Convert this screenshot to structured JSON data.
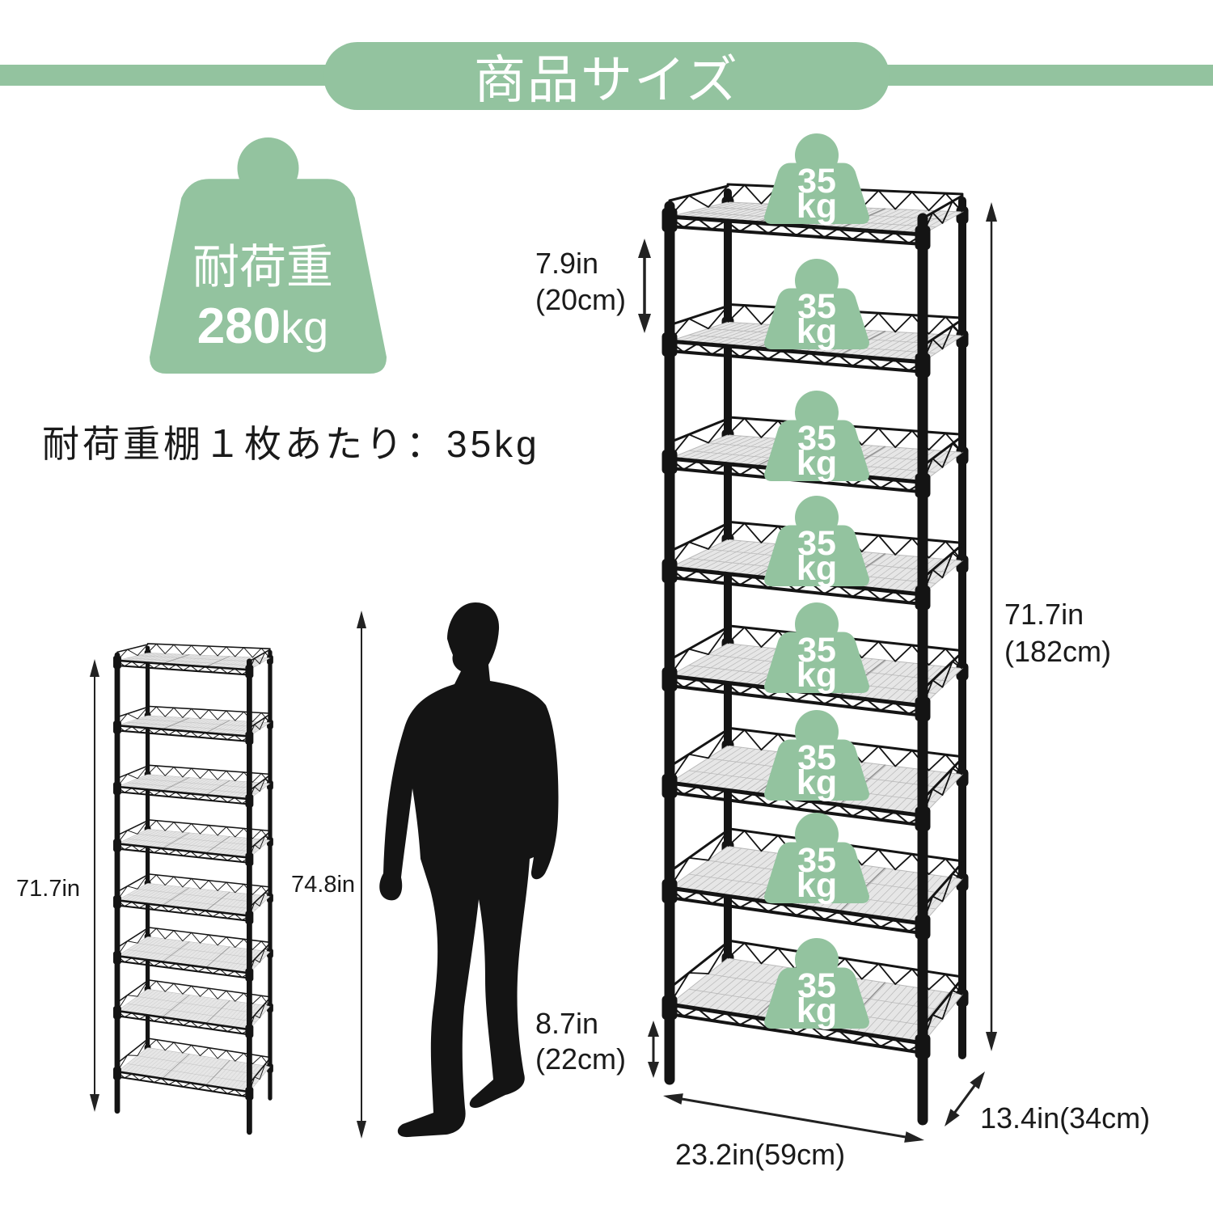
{
  "header": {
    "title": "商品サイズ"
  },
  "total_load": {
    "label": "耐荷重",
    "value": "280",
    "unit": "kg"
  },
  "per_shelf_note": "耐荷重棚１枚あたり：35kg",
  "small_rack": {
    "height": "71.7in"
  },
  "person": {
    "height": "74.8in"
  },
  "large_rack": {
    "shelf_spacing": {
      "in": "7.9in",
      "cm": "(20cm)"
    },
    "bottom_clearance": {
      "in": "8.7in",
      "cm": "(22cm)"
    },
    "height": {
      "in": "71.7in",
      "cm": "(182cm)"
    },
    "width": "23.2in(59cm)",
    "depth": "13.4in(34cm)",
    "shelf_loads": [
      {
        "value": "35",
        "unit": "kg"
      },
      {
        "value": "35",
        "unit": "kg"
      },
      {
        "value": "35",
        "unit": "kg"
      },
      {
        "value": "35",
        "unit": "kg"
      },
      {
        "value": "35",
        "unit": "kg"
      },
      {
        "value": "35",
        "unit": "kg"
      },
      {
        "value": "35",
        "unit": "kg"
      },
      {
        "value": "35",
        "unit": "kg"
      }
    ]
  },
  "icons": {
    "total_load": "weight-icon",
    "shelf_load": "weight-icon"
  },
  "colors": {
    "accent": "#93c39f",
    "ink": "#141414",
    "text": "#1a1a1a",
    "shelf_mat": "#e6e6e6",
    "shelf_wire": "#b9b9b9"
  }
}
